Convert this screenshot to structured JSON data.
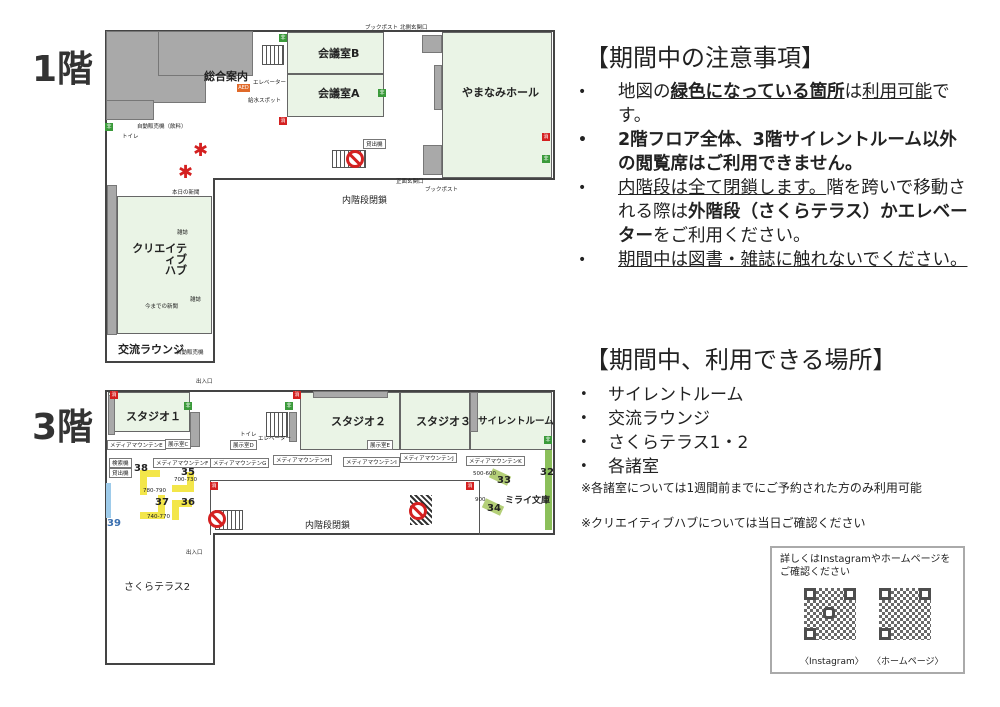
{
  "floor1": {
    "title": "1階",
    "rooms": {
      "meeting_b": "会議室B",
      "meeting_a": "会議室A",
      "hall": "やまなみホール",
      "info": "総合案内",
      "creative_hub": "クリエイティブ\nハブ",
      "lounge": "交流ラウンジ"
    },
    "labels": {
      "book_post_n": "ブックポスト",
      "north_entrance": "北側玄関口",
      "elevator": "エレベーター",
      "aed": "AED",
      "water": "給水スポット",
      "vending": "自動販売機（飲料）",
      "toilet": "トイレ",
      "lending": "貸出機",
      "main_entrance": "正面玄関口",
      "book_post_s": "ブックポスト",
      "stairs_closed": "内階段閉鎖",
      "today_news": "本日の新聞",
      "magazine1": "雑誌",
      "magazine2": "雑誌",
      "past_news": "今までの新聞",
      "vending2": "自動販売機",
      "exit": "出入口"
    }
  },
  "floor3": {
    "title": "3階",
    "rooms": {
      "studio1": "スタジオ１",
      "studio2": "スタジオ２",
      "studio3": "スタジオ３",
      "silent": "サイレントルーム",
      "mirai": "ミライ文庫",
      "sakura2": "さくらテラス2"
    },
    "labels": {
      "toilet": "トイレ",
      "elevator": "エレベーター",
      "exhibit_c": "展示室C",
      "exhibit_d": "展示室D",
      "exhibit_e": "展示室E",
      "search": "検索機",
      "lending": "貸出機",
      "mm_e": "メディアマウンテンE",
      "mm_f": "メディアマウンテンF",
      "mm_g": "メディアマウンテンG",
      "mm_h": "メディアマウンテンH",
      "mm_i": "メディアマウンテンI",
      "mm_j": "メディアマウンテンJ",
      "mm_k": "メディアマウンテンK",
      "stairs_closed": "内階段閉鎖",
      "exit": "出入口"
    },
    "shelves": {
      "s38": "38",
      "s35": "35",
      "s37": "37",
      "s36": "36",
      "s39": "39",
      "s33": "33",
      "s34": "34",
      "s32": "32",
      "r38": "780-790",
      "r35": "700-730",
      "r37": "740-770",
      "r33": "500-600",
      "r34": "900"
    }
  },
  "notes": {
    "title": "【期間中の注意事項】",
    "n1a": "地図の",
    "n1b": "緑色になっている箇所",
    "n1c": "は",
    "n1d": "利用可能",
    "n1e": "です。",
    "n2": "2階フロア全体、3階サイレントルーム以外の閲覧席はご利用できません。",
    "n3a": "内階段は全て閉鎖します。",
    "n3b": "階を跨いで移動される際は",
    "n3c": "外階段（さくらテラス）かエレベーター",
    "n3d": "をご利用ください。",
    "n4": "期間中は図書・雑誌に触れないでください。"
  },
  "places": {
    "title": "【期間中、利用できる場所】",
    "items": [
      "サイレントルーム",
      "交流ラウンジ",
      "さくらテラス1・2",
      "各諸室"
    ],
    "foot1": "※各諸室については1週間前までにご予約された方のみ利用可能",
    "foot2": "※クリエイティブハブについては当日ご確認ください"
  },
  "qr": {
    "text": "詳しくはInstagramやホームページをご確認ください",
    "instagram": "〈Instagram〉",
    "homepage": "〈ホームページ〉"
  },
  "colors": {
    "green_area": "#eaf4e6",
    "ban": "#d42020",
    "exit_sign": "#3a9a3a"
  }
}
